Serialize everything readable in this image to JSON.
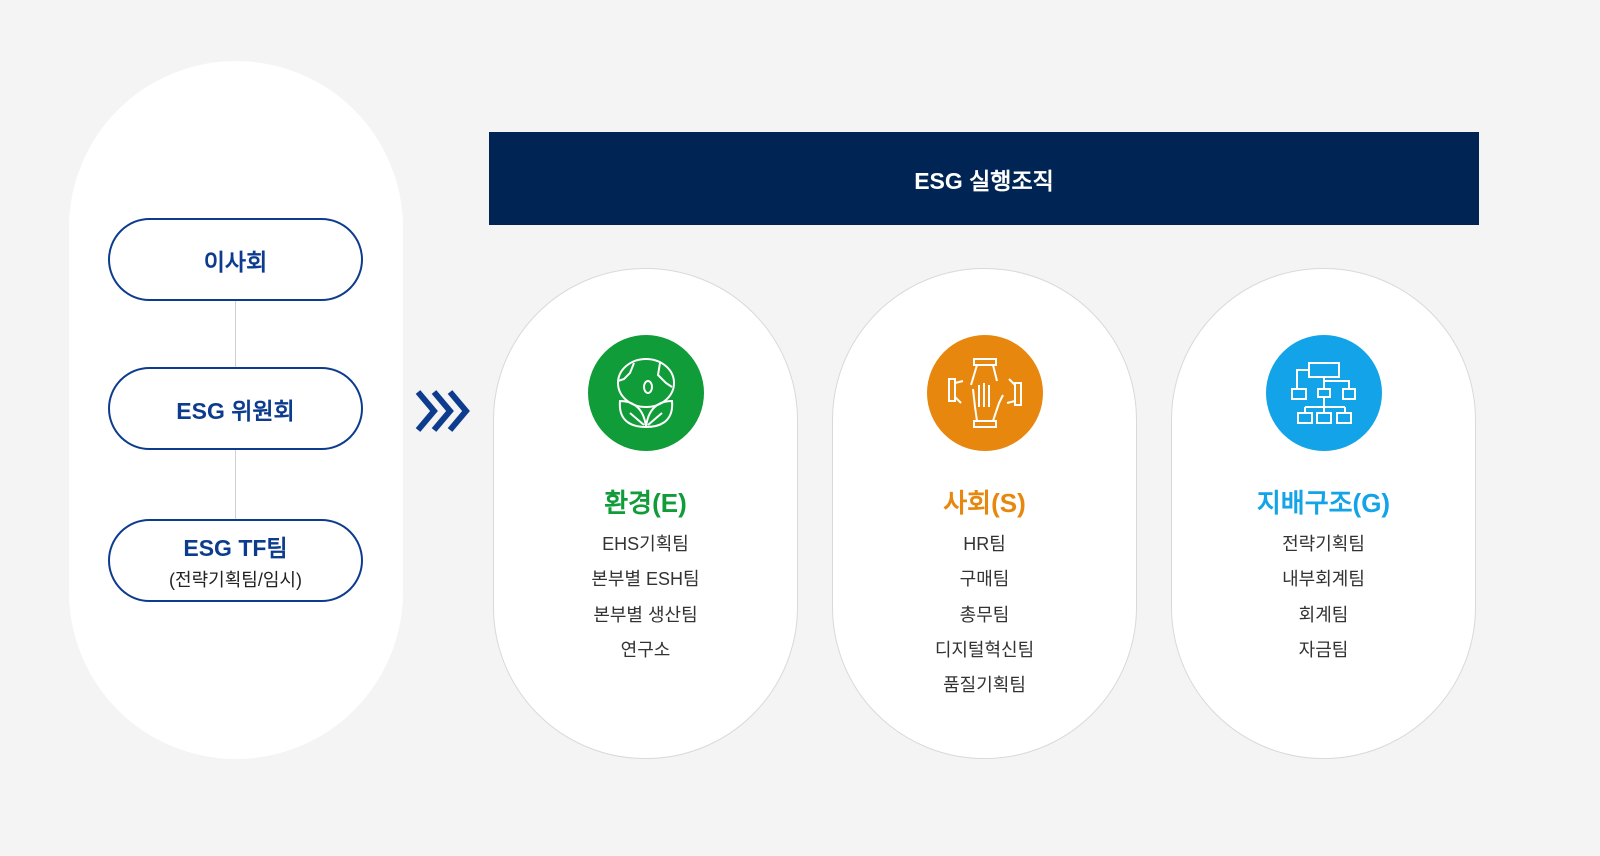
{
  "governance": {
    "boxes": [
      {
        "title": "이사회"
      },
      {
        "title": "ESG 위원회"
      },
      {
        "title": "ESG TF팀",
        "subtitle": "(전략기획팀/임시)"
      }
    ]
  },
  "header": {
    "title": "ESG 실행조직"
  },
  "pillars": [
    {
      "title": "환경(E)",
      "color": "#109c38",
      "icon": "earth-leaf-icon",
      "teams": [
        "EHS기획팀",
        "본부별 ESH팀",
        "본부별 생산팀",
        "연구소"
      ]
    },
    {
      "title": "사회(S)",
      "color": "#e8870e",
      "icon": "stacked-hands-icon",
      "teams": [
        "HR팀",
        "구매팀",
        "총무팀",
        "디지털혁신팀",
        "품질기획팀"
      ]
    },
    {
      "title": "지배구조(G)",
      "color": "#12a3e8",
      "icon": "org-chart-icon",
      "teams": [
        "전략기획팀",
        "내부회계팀",
        "회계팀",
        "자금팀"
      ]
    }
  ]
}
